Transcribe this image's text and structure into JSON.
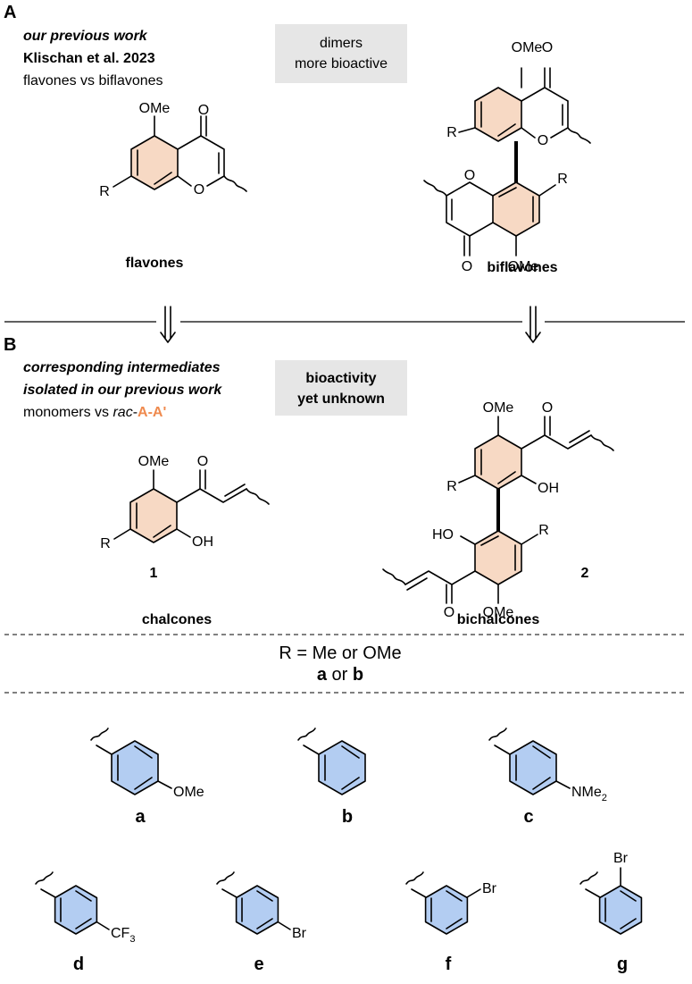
{
  "colors": {
    "flavone_ring_fill": "#f7d9c4",
    "phenyl_ring_fill": "#b3cdf2",
    "accent_orange": "#ef8a4e",
    "highlight_box": "#e6e6e6"
  },
  "panel_a": {
    "letter": "A",
    "line1": "our previous work",
    "line2": "Klischan et al. 2023",
    "line3": "flavones vs biflavones",
    "box_line1": "dimers",
    "box_line2": "more bioactive",
    "flavone_name": "flavones",
    "biflavone_name": "biflavones"
  },
  "panel_b": {
    "letter": "B",
    "line1": "corresponding intermediates",
    "line2": "isolated in our previous work",
    "line3_prefix": "monomers vs ",
    "line3_rac": "rac",
    "line3_dash": "-",
    "line3_aa": "A-A'",
    "box_line1": "bioactivity",
    "box_line2": "yet unknown",
    "chalcone_number": "1",
    "bichalcone_number": "2",
    "chalcone_name": "chalcones",
    "bichalcone_name": "bichalcones"
  },
  "atoms": {
    "ome": "OMe",
    "o": "O",
    "r": "R",
    "oh": "OH",
    "ho": "HO",
    "nme": "NMe",
    "cf": "CF",
    "sub3": "3",
    "sub2": "2",
    "br": "Br"
  },
  "legend": {
    "r_line": "R = Me or OMe",
    "a": "a",
    "or": " or ",
    "b": "b"
  },
  "substituents": {
    "a": "a",
    "b": "b",
    "c": "c",
    "d": "d",
    "e": "e",
    "f": "f",
    "g": "g"
  }
}
